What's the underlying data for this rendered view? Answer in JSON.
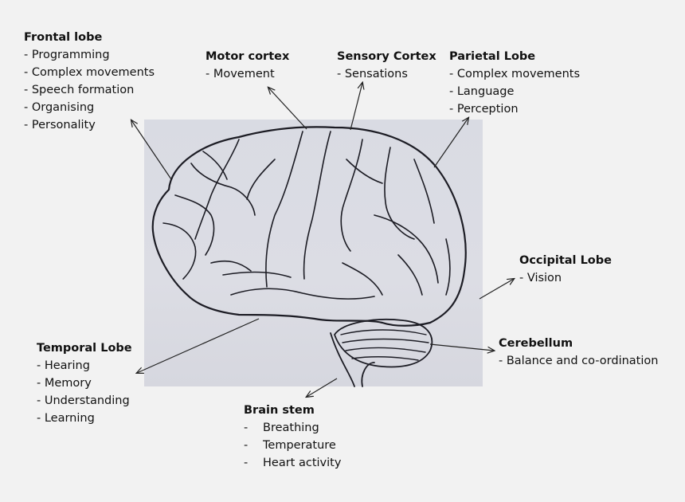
{
  "regions": [
    {
      "id": "frontal",
      "title": "Frontal lobe",
      "items": [
        "- Programming",
        "- Complex movements",
        "- Speech formation",
        "- Organising",
        "- Personality"
      ]
    },
    {
      "id": "motor",
      "title": "Motor cortex",
      "items": [
        "- Movement"
      ]
    },
    {
      "id": "sensory",
      "title": "Sensory Cortex",
      "items": [
        "- Sensations"
      ]
    },
    {
      "id": "parietal",
      "title": "Parietal Lobe",
      "items": [
        "- Complex movements",
        "- Language",
        "- Perception"
      ]
    },
    {
      "id": "occipital",
      "title": "Occipital Lobe",
      "items": [
        "- Vision"
      ]
    },
    {
      "id": "cerebellum",
      "title": "Cerebellum",
      "items": [
        "- Balance and co-ordination"
      ]
    },
    {
      "id": "temporal",
      "title": "Temporal Lobe",
      "items": [
        "- Hearing",
        "- Memory",
        "- Understanding",
        "- Learning"
      ]
    },
    {
      "id": "brainstem",
      "title": "Brain stem",
      "items": [
        "Breathing",
        "Temperature",
        "Heart activity"
      ]
    }
  ],
  "colors": {
    "background": "#f2f2f2",
    "photo": "#dadce3",
    "ink": "#1c1c24",
    "arrow": "#222222"
  },
  "icons": {
    "arrow": "arrow-pointer-icon",
    "brain": "brain-sketch-icon"
  }
}
